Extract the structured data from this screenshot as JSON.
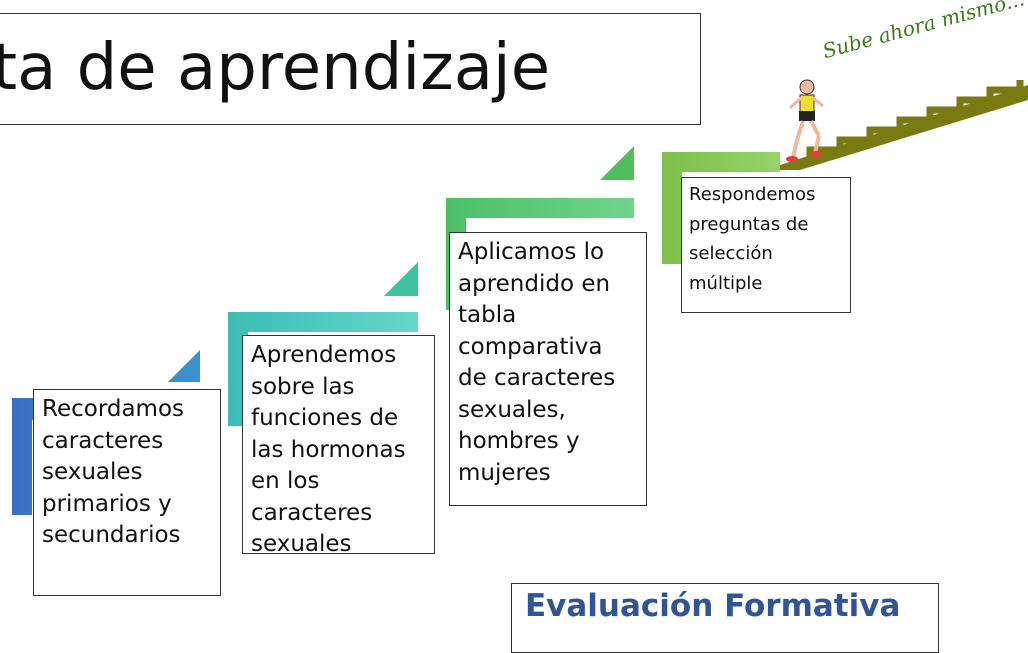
{
  "title": "ta de aprendizaje",
  "slogan": "Sube ahora mismo... !",
  "steps": [
    {
      "text": "Recordamos caracteres sexuales primarios y secundarios",
      "color": "#3a6fc4"
    },
    {
      "text": "Aprendemos sobre las funciones de las hormonas en los caracteres sexuales",
      "color": "#3bbdb5"
    },
    {
      "text": "Aplicamos lo aprendido en tabla comparativa de caracteres sexuales, hombres y mujeres",
      "color": "#4cbf66"
    },
    {
      "text": "Respondemos preguntas de selección múltiple",
      "color": "#7cbf4a"
    }
  ],
  "evaluation": "Evaluación Formativa",
  "colors": {
    "stair": "#7a7a12",
    "title_text": "#111111",
    "evaluation_text": "#2f5597"
  },
  "icons": [
    "runner-figure",
    "staircase-graphic",
    "step-arrow-icon"
  ]
}
